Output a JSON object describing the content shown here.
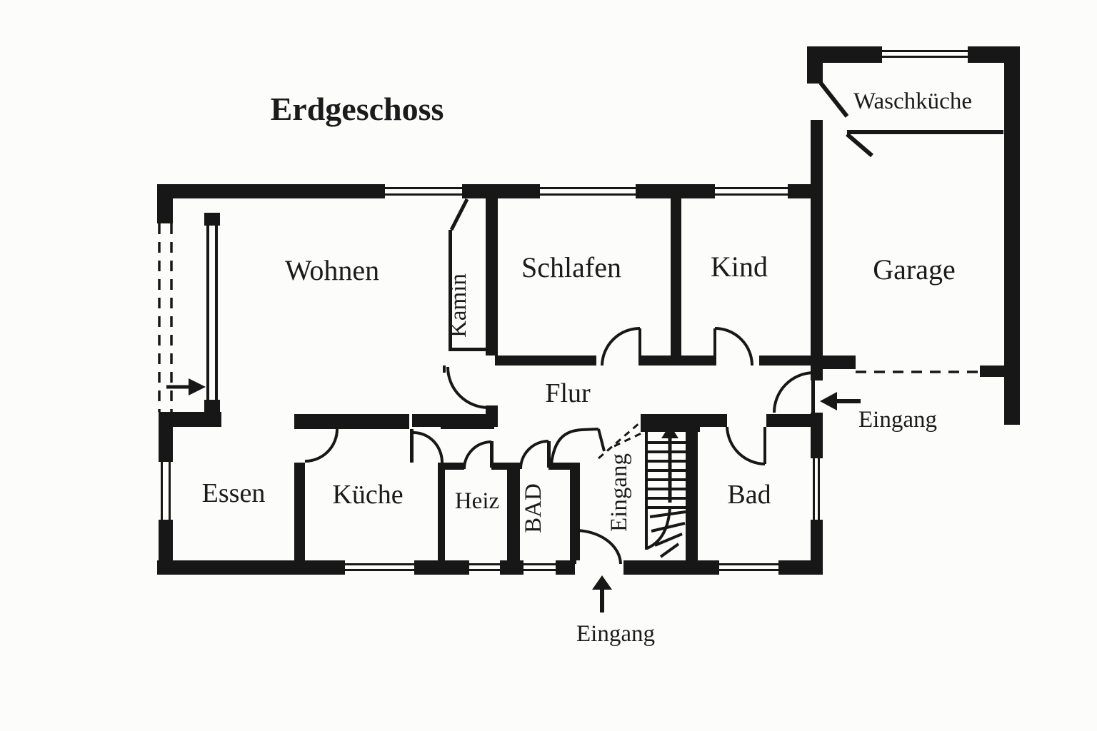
{
  "title": "Erdgeschoss",
  "rooms": {
    "wohnen": "Wohnen",
    "schlafen": "Schlafen",
    "kind": "Kind",
    "garage": "Garage",
    "waschkueche": "Waschküche",
    "kamin": "Kamin",
    "flur": "Flur",
    "essen": "Essen",
    "kueche": "Küche",
    "heiz": "Heiz",
    "bad_klein": "BAD",
    "bad": "Bad"
  },
  "entrances": {
    "stair_label": "Eingang",
    "east_label": "Eingang",
    "south_label": "Eingang"
  },
  "colors": {
    "ink": "#171717",
    "background": "#fcfcfb"
  }
}
